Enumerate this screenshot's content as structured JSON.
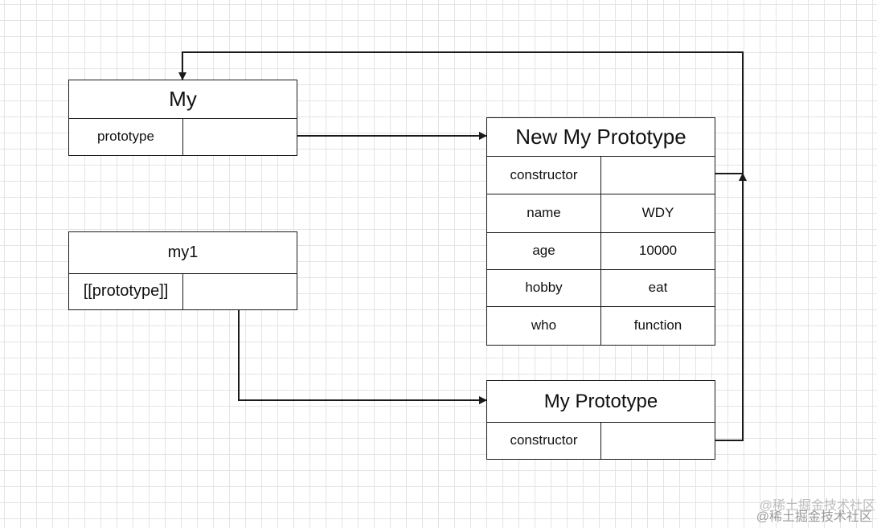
{
  "my": {
    "title": "My",
    "prototype_label": "prototype"
  },
  "my1": {
    "title": "my1",
    "prototype_label": "[[prototype]]"
  },
  "new_proto": {
    "title": "New My Prototype",
    "rows": [
      {
        "key": "constructor",
        "value": ""
      },
      {
        "key": "name",
        "value": "WDY"
      },
      {
        "key": "age",
        "value": "10000"
      },
      {
        "key": "hobby",
        "value": "eat"
      },
      {
        "key": "who",
        "value": "function"
      }
    ]
  },
  "my_proto": {
    "title": "My Prototype",
    "constructor_label": "constructor"
  },
  "watermark": "@稀土掘金技术社区",
  "colors": {
    "line": "#1a1a1a",
    "grid": "#e4e4e4",
    "background": "#ffffff"
  }
}
